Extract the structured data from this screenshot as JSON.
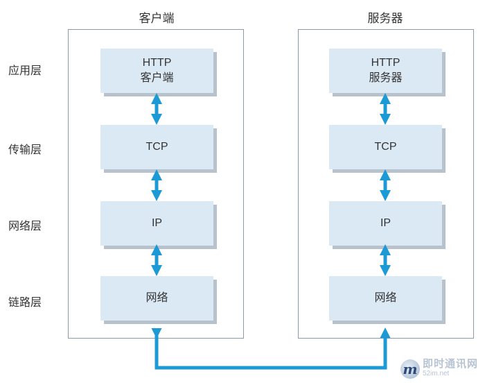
{
  "columns": {
    "client": {
      "title": "客户端",
      "layers": [
        "HTTP\n客户端",
        "TCP",
        "IP",
        "网络"
      ]
    },
    "server": {
      "title": "服务器",
      "layers": [
        "HTTP\n服务器",
        "TCP",
        "IP",
        "网络"
      ]
    }
  },
  "layer_labels": [
    "应用层",
    "传输层",
    "网络层",
    "链路层"
  ],
  "colors": {
    "arrow": "#1c9ad6",
    "box_fill": "#dbe9f5",
    "frame": "#8a9aa8"
  },
  "watermark": {
    "name": "即时通讯网",
    "url": "52im.net"
  }
}
